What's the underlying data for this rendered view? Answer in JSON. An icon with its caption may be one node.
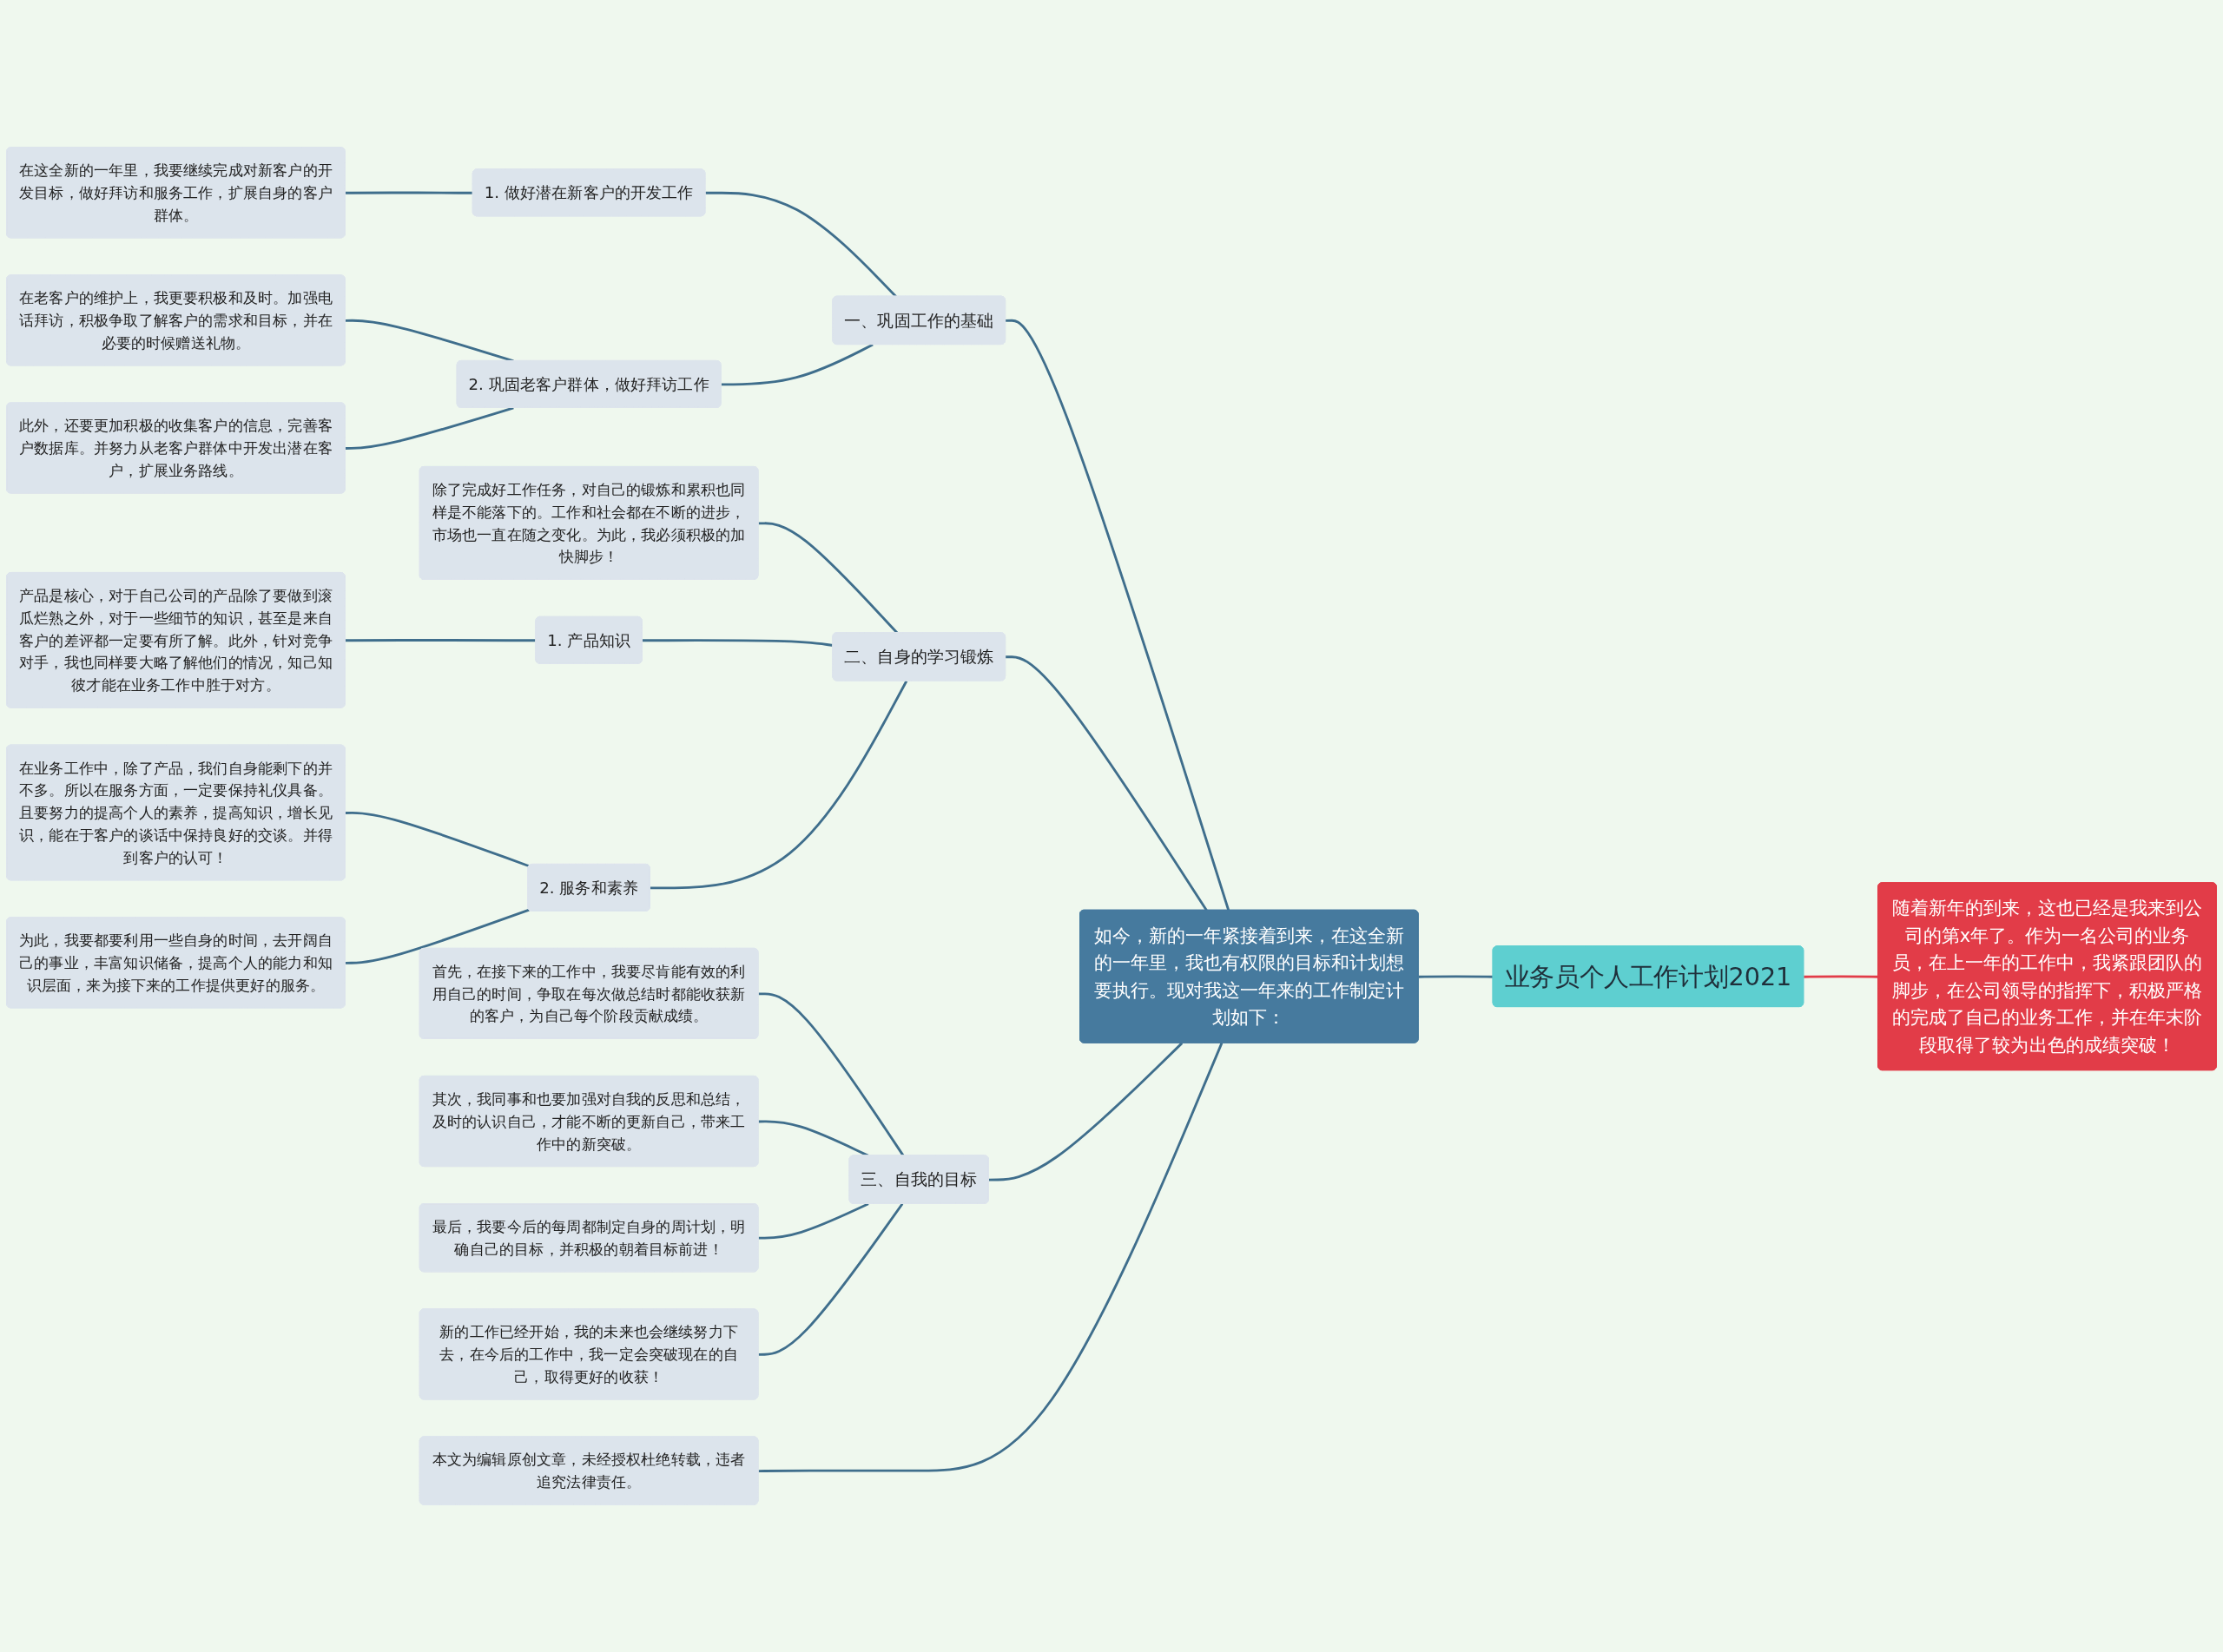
{
  "diagram": {
    "nodes": [
      {
        "text": [
          "业务员个人工作计划2021"
        ]
      },
      {
        "text": [
          "随着新年的到来，这也已经是我来到公司的第x年了。作为一名公司的业务员，在上一年的工作中，我紧跟团队的脚步，在公司领导的指挥下，积极严格的完成了自己的业务工作，并在年末阶段取得了较为出色的成绩突破！"
        ]
      },
      {
        "text": [
          "如今，新的一年紧接着到来，在这全新的一年里，我也有权限的目标和计划想要执行。现对我这一年来的工作制定计划如下："
        ]
      },
      {
        "text": [
          "一、巩固工作的基础"
        ]
      },
      {
        "text": [
          "1. 做好潜在新客户的开发工作"
        ]
      },
      {
        "text": [
          "在这全新的一年里，我要继续完成对新客户的开发目标，做好拜访和服务工作，扩展自身的客户群体。"
        ]
      },
      {
        "text": [
          "2. 巩固老客户群体，做好拜访工作"
        ]
      },
      {
        "text": [
          "在老客户的维护上，我更要积极和及时。加强电话拜访，积极争取了解客户的需求和目标，并在必要的时候赠送礼物。"
        ]
      },
      {
        "text": [
          "此外，还要更加积极的收集客户的信息，完善客户数据库。并努力从老客户群体中开发出潜在客户，扩展业务路线。"
        ]
      },
      {
        "text": [
          "二、自身的学习锻炼"
        ]
      },
      {
        "text": [
          "除了完成好工作任务，对自己的锻炼和累积也同样是不能落下的。工作和社会都在不断的进步，市场也一直在随之变化。为此，我必须积极的加快脚步！"
        ]
      },
      {
        "text": [
          "1. 产品知识"
        ]
      },
      {
        "text": [
          "产品是核心，对于自己公司的产品除了要做到滚瓜烂熟之外，对于一些细节的知识，甚至是来自客户的差评都一定要有所了解。此外，针对竞争对手，我也同样要大略了解他们的情况，知己知彼才能在业务工作中胜于对方。"
        ]
      },
      {
        "text": [
          "2. 服务和素养"
        ]
      },
      {
        "text": [
          "在业务工作中，除了产品，我们自身能剩下的并不多。所以在服务方面，一定要保持礼仪具备。且要努力的提高个人的素养，提高知识，增长见识，能在于客户的谈话中保持良好的交谈。并得到客户的认可！"
        ]
      },
      {
        "text": [
          "为此，我要都要利用一些自身的时间，去开阔自己的事业，丰富知识储备，提高个人的能力和知识层面，来为接下来的工作提供更好的服务。"
        ]
      },
      {
        "text": [
          "三、自我的目标"
        ]
      },
      {
        "text": [
          "首先，在接下来的工作中，我要尽肯能有效的利用自己的时间，争取在每次做总结时都能收获新的客户，为自己每个阶段贡献成绩。"
        ]
      },
      {
        "text": [
          "其次，我同事和也要加强对自我的反思和总结，及时的认识自己，才能不断的更新自己，带来工作中的新突破。"
        ]
      },
      {
        "text": [
          "最后，我要今后的每周都制定自身的周计划，明确自己的目标，并积极的朝着目标前进！"
        ]
      },
      {
        "text": [
          "新的工作已经开始，我的未来也会继续努力下去，在今后的工作中，我一定会突破现在的自己，取得更好的收获！"
        ]
      },
      {
        "text": [
          "本文为编辑原创文章，未经授权杜绝转载，违者追究法律责任。"
        ]
      }
    ],
    "edges": [
      {
        "from": 0,
        "to": 1,
        "arrow": "none",
        "color": "#e23c48"
      },
      {
        "from": 0,
        "to": 2,
        "arrow": "none"
      },
      {
        "from": 2,
        "to": 3,
        "arrow": "none"
      },
      {
        "from": 3,
        "to": 4,
        "arrow": "none"
      },
      {
        "from": 4,
        "to": 5,
        "arrow": "none"
      },
      {
        "from": 3,
        "to": 6,
        "arrow": "none"
      },
      {
        "from": 6,
        "to": 7,
        "arrow": "none"
      },
      {
        "from": 6,
        "to": 8,
        "arrow": "none"
      },
      {
        "from": 2,
        "to": 9,
        "arrow": "none"
      },
      {
        "from": 9,
        "to": 10,
        "arrow": "none"
      },
      {
        "from": 9,
        "to": 11,
        "arrow": "none"
      },
      {
        "from": 11,
        "to": 12,
        "arrow": "none"
      },
      {
        "from": 9,
        "to": 13,
        "arrow": "none"
      },
      {
        "from": 13,
        "to": 14,
        "arrow": "none"
      },
      {
        "from": 13,
        "to": 15,
        "arrow": "none"
      },
      {
        "from": 2,
        "to": 16,
        "arrow": "none"
      },
      {
        "from": 16,
        "to": 17,
        "arrow": "none"
      },
      {
        "from": 16,
        "to": 18,
        "arrow": "none"
      },
      {
        "from": 16,
        "to": 19,
        "arrow": "none"
      },
      {
        "from": 16,
        "to": 20,
        "arrow": "none"
      },
      {
        "from": 2,
        "to": 21,
        "arrow": "none"
      }
    ]
  }
}
